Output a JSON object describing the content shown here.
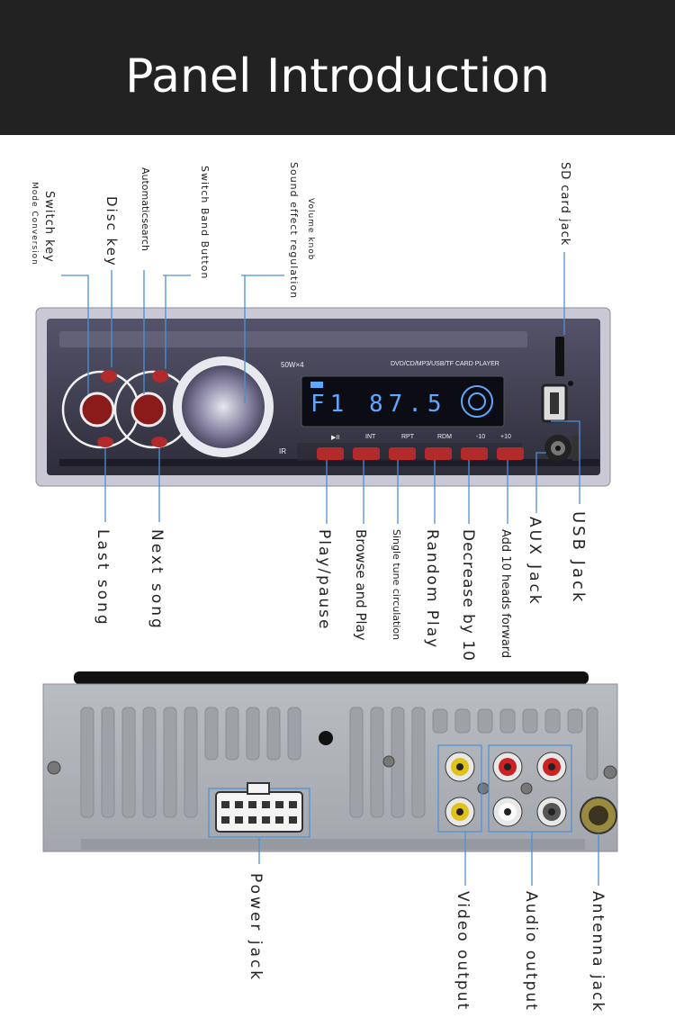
{
  "header": {
    "title": "Panel Introduction"
  },
  "top_labels": {
    "switch_key": "Switch key",
    "mode_conversion": "Mode Conversion",
    "disc_key": "Disc key",
    "automatic_search": "Automaticsearch",
    "switch_band": "Switch Band Button",
    "sound_effect": "Sound effect regulation",
    "volume_knob": "Volume knob",
    "sd_card": "SD card jack"
  },
  "front_panel": {
    "power_rating": "50W×4",
    "player_type": "DVD/CD/MP3/USB/TF  CARD PLAYER",
    "display_text": "F1 87.5",
    "ir": "IR",
    "buttons": [
      "▶II",
      "INT",
      "RPT",
      "RDM",
      "-10",
      "+10"
    ]
  },
  "bottom_labels": {
    "last_song": "Last song",
    "next_song": "Next song",
    "play_pause": "Play/pause",
    "browse_play": "Browse and Play",
    "single_tune": "Single tune circulation",
    "random_play": "Random Play",
    "decrease_10": "Decrease by 10",
    "add_10": "Add 10 heads forward",
    "aux_jack": "AUX Jack",
    "usb_jack": "USB Jack"
  },
  "rear_labels": {
    "power_jack": "Power jack",
    "video_output": "Video output",
    "audio_output": "Audio output",
    "antenna_jack": "Antenna jack"
  },
  "colors": {
    "header_bg": "#222222",
    "leader_line": "#4a90d9",
    "lcd": "#5ea8ff",
    "button_red": "#c0392b"
  }
}
